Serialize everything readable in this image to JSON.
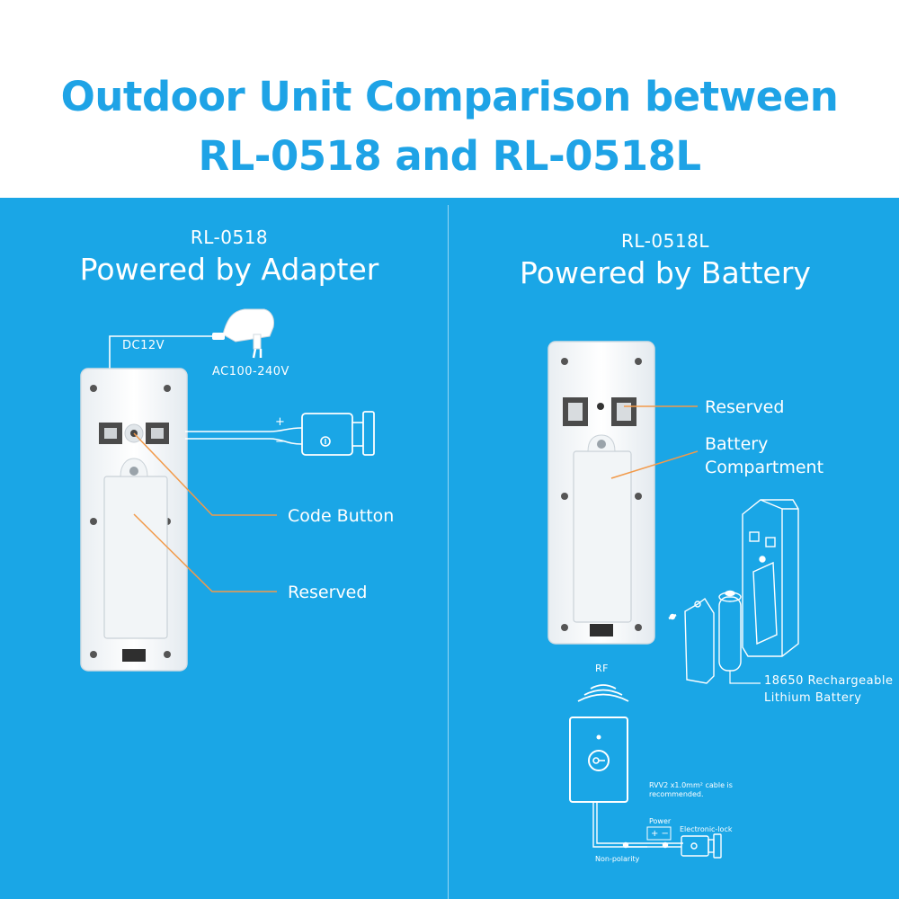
{
  "header": {
    "title_line1": "Outdoor Unit Comparison between",
    "title_line2": "RL-0518 and RL-0518L"
  },
  "left": {
    "model": "RL-0518",
    "power_mode": "Powered by Adapter",
    "dc_label": "DC12V",
    "ac_label": "AC100-240V",
    "plus_label": "+",
    "minus_label": "−",
    "callouts": {
      "code_button": "Code Button",
      "reserved": "Reserved"
    }
  },
  "right": {
    "model": "RL-0518L",
    "power_mode": "Powered by Battery",
    "callouts": {
      "reserved": "Reserved",
      "battery_line1": "Battery",
      "battery_line2": "Compartment"
    },
    "battery_line1": "18650 Rechargeable",
    "battery_line2": "Lithium Battery",
    "rf_label": "RF",
    "cable_line1": "RVV2 x1.0mm² cable is",
    "cable_line2": "recommended.",
    "power_label": "Power",
    "polarity_label": "+ −",
    "lock_label": "Electronic-lock",
    "nonpolarity_label": "Non-polarity"
  },
  "colors": {
    "accent_blue": "#1ea3e6",
    "panel_blue": "#1aa6e6",
    "leader_orange": "#f29a4a",
    "device_white": "#ffffff"
  }
}
